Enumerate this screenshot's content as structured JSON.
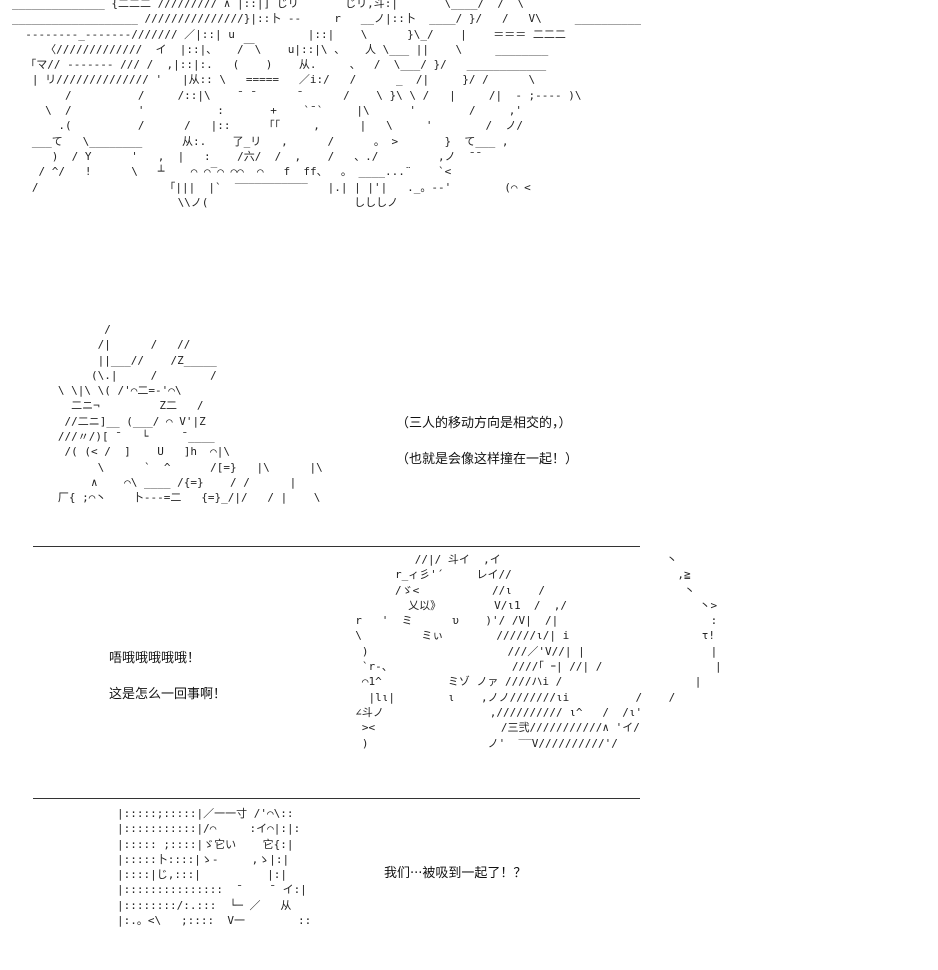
{
  "panels": [
    {
      "art": [
        "______________ {二二二 ///////// ∧ |::|] じリ       じリ,斗:|       \\____/  /  \\",
        "___________________ ///////////////}|::卜 --     r   __ノ|::卜  ____/ }/   /   V\\     __________",
        "  --------_-------/////// ／|::| u           |::|    \\      }\\_/    |    ＝＝＝ 二二二",
        "     〈/////////////  イ  |::|、   /￣\\    u|::|\\ 、   人 \\___ ||    \\     ________",
        "  「マ// ------- /// /  ,|::|:.   (    )    从.     、  /  \\___/ }/   ____________",
        "   | リ////////////// '   |从:: \\   =====   ／i:/   /      _  /|     }/ /      \\",
        "        /          /     /::|\\    ¯ ¯      ¯      /    \\ }\\ \\ /   |     /|  - ;---- )\\",
        "     \\  /          '           :       +    `¯`     |\\      '        /     ,'",
        "       .(          /      /   |::     「「     ,      |   \\     '        /  ノ/",
        "   ___て   \\________      从:.    了_リ   ,      /      。 >       }  て___ ,",
        "      )  / Y      '   ,  |   :    /六/  /  ,    /   、./         ,ノ  ¯¯",
        "    / ^/   !      \\   ┴    ⌒ ⌒‾⌒ ⌒⌒  ⌒   f  ff、  。 ____...¨    `<",
        "   /                   「|||  |`  ‾‾‾‾‾‾‾‾‾‾‾   |.| | |'|   ._。-‐'        (⌒ <",
        "                         \\\\ノ(                      しししノ"
      ],
      "captions": []
    },
    {
      "art": [
        "          /",
        "         /|      /   //",
        "         ||___//    /Z_____",
        "        (\\.|     /        /",
        "   \\ \\|\\ \\( /'⌒二=-'⌒\\",
        "     二ニ¬         Z二   /",
        "    //二ニ]__ (___/ ⌒ V'|Z",
        "   ///〃/)[ ¯   └     ¯____",
        "    /( (< /  ]    U   ]h  ⌒|\\",
        "         \\      `  ^      /[=}   |\\      |\\",
        "        ∧    ⌒\\ ____ /{=}    / /      |",
        "   厂{ ;⌒丶    卜---=二   {=}_/|/   / |    \\"
      ],
      "captions": [
        "（三人的移动方向是相交的，）",
        "（也就是会像这样撞在一起！）"
      ]
    },
    {
      "art": [
        "                           //|/ 斗イ  ,イ                         丶",
        "                        r_ィ彡'´     レイ//                         ,≧",
        "                        /ゞ<           //ι    /                     丶",
        "                          乂以》        V/ι1  /  ,/                    丶>",
        "                  r   '  ミ      υ    )'/ /V|  /|                       :",
        "                  \\         ミぃ        //////ι/| i                    τ!",
        "                   )                     ///／'V//| |                   |",
        "                   `r-、                  ////｢ ｰ| //| /                 |",
        "                   ⌒1^          ミゾ ノァ ////ハi /                    |",
        "                    |lι|        ι    ,ノノ///////ιi          /    /",
        "                  ∠斗ノ                ,////////// ι^   /  /ι'",
        "                   ><                   /三弐///////////∧ 'イ/",
        "                   )                  ノ'  ‾‾V//////////'/"
      ],
      "captions": [
        "唔哦哦哦哦哦！",
        "这是怎么一回事啊！"
      ]
    },
    {
      "art": [
        "|:::::;:::::|／一一寸 /'⌒\\::",
        "|:::::::::::|/⌒     :イ⌒|:|:",
        "|::::: ;::::|ゞ它い    它{:|",
        "|:::::卜::::|ゝ-     ,ゝ|:|",
        "|::::|じ,:::|          |:|",
        "|:::::::::::::::  ¯    ¯ イ:|",
        "|::::::::/:.:::  └─ ／   从",
        "|:.。<\\   ;::::  V一        ::"
      ],
      "captions": [
        "我们···被吸到一起了！？"
      ]
    }
  ]
}
